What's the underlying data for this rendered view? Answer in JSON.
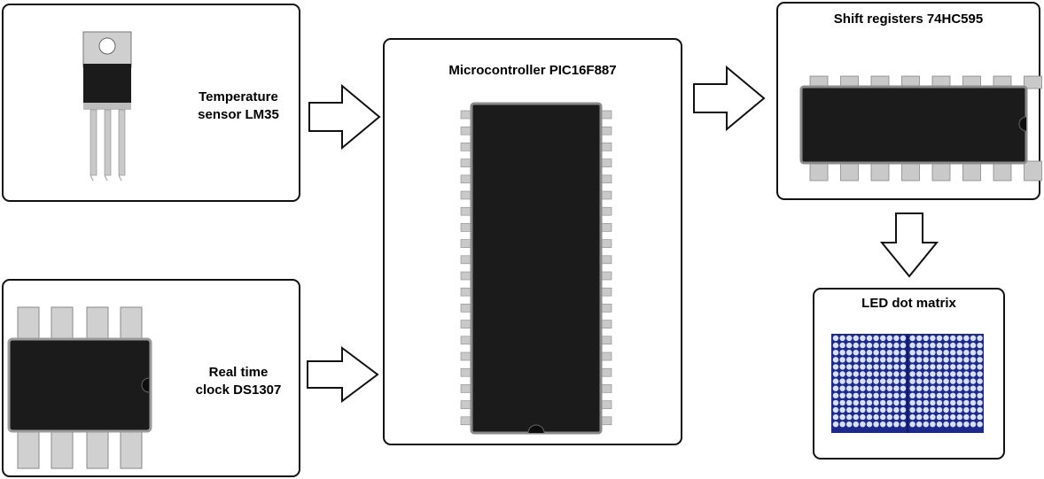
{
  "blocks": {
    "temperature_sensor": {
      "line1": "Temperature",
      "line2": "sensor LM35"
    },
    "rtc": {
      "line1": "Real time",
      "line2": "clock DS1307"
    },
    "mcu": {
      "label": "Microcontroller PIC16F887"
    },
    "shift_registers": {
      "label": "Shift registers 74HC595"
    },
    "led_matrix": {
      "label": "LED dot matrix"
    }
  },
  "icons": {
    "temperature_sensor": "to220-package-icon",
    "rtc": "soic8-package-icon",
    "mcu": "dip40-package-icon",
    "shift_registers": "dip16-package-icon",
    "led_matrix": "led-dot-matrix-photo",
    "arrows": "block-arrow-icon"
  },
  "colors": {
    "chip_body": "#1b1b1b",
    "pin_metal": "#c9c9c9",
    "led_glow": "#d8e0ff",
    "matrix_bg": "#1d2a8c"
  }
}
